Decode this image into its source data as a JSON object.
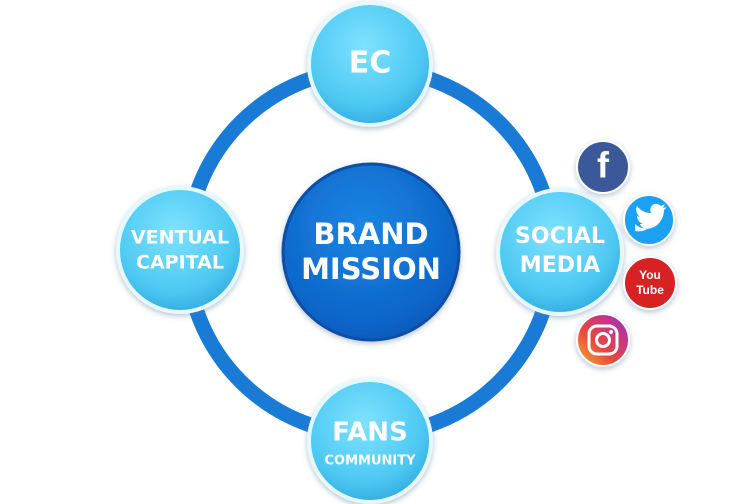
{
  "diagram": {
    "center": {
      "line1": "BRAND",
      "line2": "MISSION"
    },
    "nodes": {
      "top": {
        "line1": "EC"
      },
      "left": {
        "line1": "VENTUAL",
        "line2": "CAPITAL"
      },
      "right": {
        "line1": "SOCIAL",
        "line2": "MEDIA"
      },
      "bottom": {
        "line1": "FANS",
        "line2": "COMMUNITY"
      }
    },
    "social_icons": {
      "youtube_line1": "You",
      "youtube_line2": "Tube",
      "facebook_letter": "f"
    }
  },
  "colors": {
    "ring": "#1a7bd6",
    "node_light": "#5fd3f7",
    "node_border": "#e6f8ff",
    "center_dark": "#0f6fd0",
    "facebook": "#3b5998",
    "twitter": "#1da1f2",
    "youtube": "#d62323"
  }
}
